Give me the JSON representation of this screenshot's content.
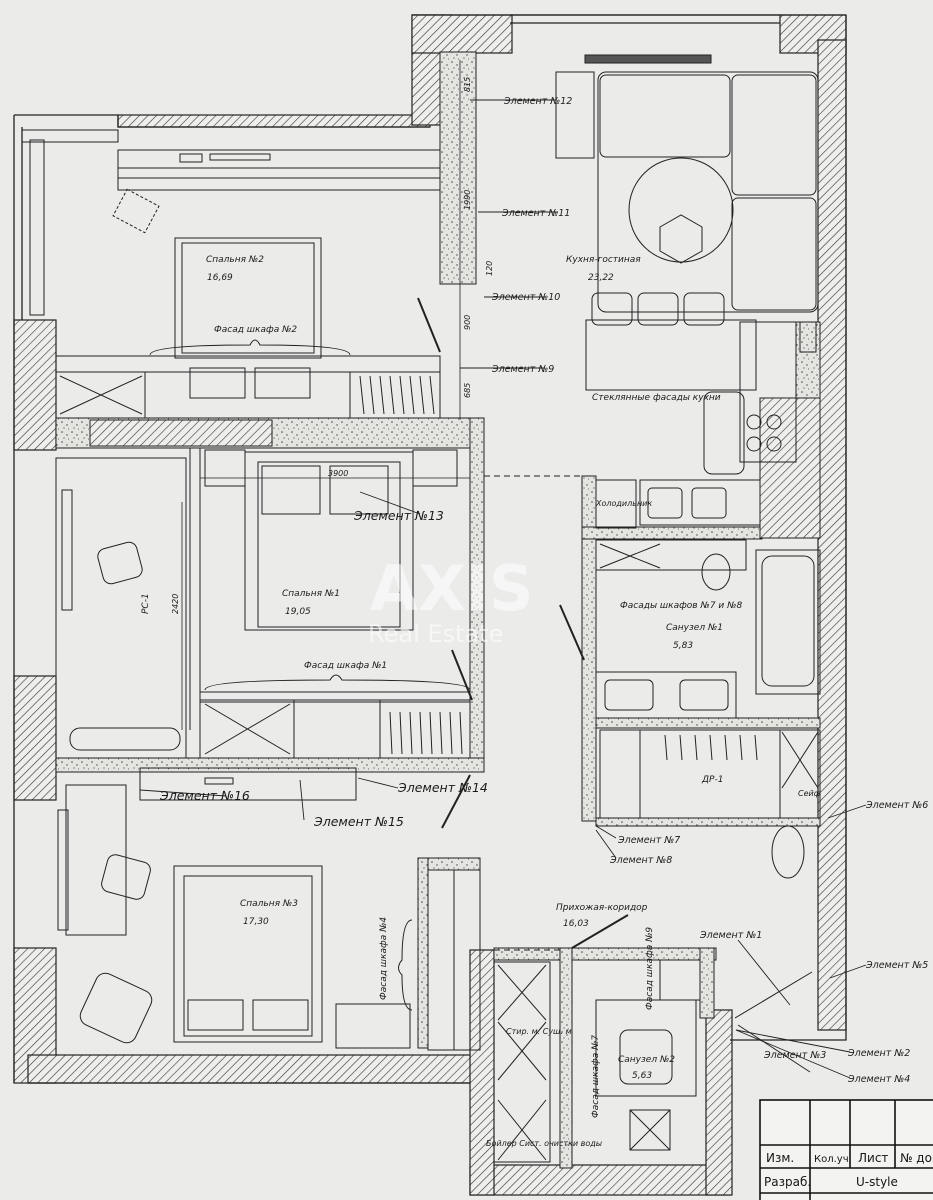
{
  "rooms": {
    "bedroom2": {
      "name": "Спальня №2",
      "area": "16,69"
    },
    "bedroom1": {
      "name": "Спальня №1",
      "area": "19,05"
    },
    "bedroom3": {
      "name": "Спальня №3",
      "area": "17,30"
    },
    "kitchen": {
      "name": "Кухня-гостиная",
      "area": "23,22"
    },
    "bathroom1": {
      "name": "Санузел №1",
      "area": "5,83"
    },
    "bathroom2": {
      "name": "Санузел №2",
      "area": "5,63"
    },
    "hall": {
      "name": "Прихожая-коридор",
      "area": "16,03"
    }
  },
  "elements": {
    "e1": "Элемент №1",
    "e2": "Элемент №2",
    "e3": "Элемент №3",
    "e4": "Элемент №4",
    "e5": "Элемент №5",
    "e6": "Элемент №6",
    "e7": "Элемент №7",
    "e8": "Элемент №8",
    "e9": "Элемент №9",
    "e10": "Элемент №10",
    "e11": "Элемент №11",
    "e12": "Элемент №12",
    "e13": "Элемент №13",
    "e14": "Элемент №14",
    "e15": "Элемент №15",
    "e16": "Элемент №16"
  },
  "facades": {
    "wardrobe2": "Фасад шкафа №2",
    "wardrobe1": "Фасад шкафа №1",
    "wardrobe4": "Фасад шкафа №4",
    "wardrobe7and8": "Фасады шкафов №7 и №8",
    "wardrobe7": "Фасад шкафа №7",
    "wardrobe9": "Фасад шкафа №9",
    "kitchen_glass": "Стеклянные фасады кухни"
  },
  "labels": {
    "fridge": "Холодильник",
    "pc1": "РС-1",
    "dr1": "ДР-1",
    "safe": "Сейф",
    "washer": "Стир. м. Суш. м",
    "boiler": "Бойлер Сист. очистки воды"
  },
  "dimensions": {
    "d815": "815",
    "d1990": "1990",
    "d120": "120",
    "d900": "900",
    "d685": "685",
    "d3900": "3900",
    "d2420": "2420"
  },
  "watermark": {
    "brand": "AXIS",
    "sub": "Real Estate"
  },
  "titleblock": {
    "izm": "Изм.",
    "kol": "Кол.уч.",
    "list": "Лист",
    "ndoc": "№ док.",
    "razrab": "Разраб.",
    "company": "U-style"
  }
}
